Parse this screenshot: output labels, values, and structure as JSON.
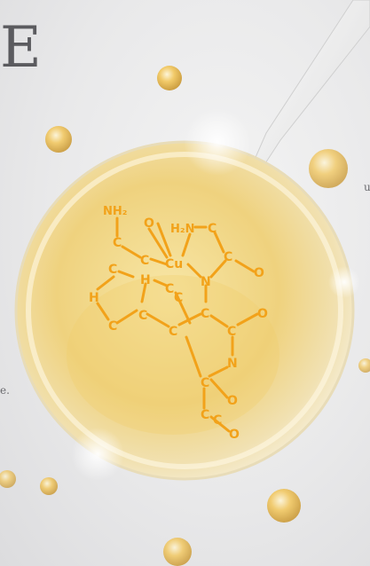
{
  "headline": {
    "text": "E"
  },
  "fragments": [
    "u",
    "e."
  ],
  "molecule": {
    "atoms": [
      {
        "id": "nh2",
        "label": "NH₂"
      },
      {
        "id": "c1",
        "label": "C"
      },
      {
        "id": "c2",
        "label": "C"
      },
      {
        "id": "o1",
        "label": "O"
      },
      {
        "id": "h2n",
        "label": "H₂N"
      },
      {
        "id": "c3",
        "label": "C"
      },
      {
        "id": "cu",
        "label": "Cu"
      },
      {
        "id": "c4",
        "label": "C"
      },
      {
        "id": "o2",
        "label": "O"
      },
      {
        "id": "h1",
        "label": "H"
      },
      {
        "id": "c5",
        "label": "C"
      },
      {
        "id": "c6",
        "label": "C"
      },
      {
        "id": "n1",
        "label": "N"
      },
      {
        "id": "h3",
        "label": "H"
      },
      {
        "id": "c7",
        "label": "C"
      },
      {
        "id": "c8",
        "label": "C"
      },
      {
        "id": "c9",
        "label": "C"
      },
      {
        "id": "c10",
        "label": "C"
      },
      {
        "id": "c11",
        "label": "C"
      },
      {
        "id": "c12",
        "label": "C"
      },
      {
        "id": "o3",
        "label": "O"
      },
      {
        "id": "c13",
        "label": "C"
      },
      {
        "id": "n2",
        "label": "N"
      },
      {
        "id": "c14",
        "label": "C"
      },
      {
        "id": "o4",
        "label": "O"
      },
      {
        "id": "c15",
        "label": "C"
      },
      {
        "id": "o5",
        "label": "O"
      }
    ]
  },
  "colors": {
    "molecule": "#f2a21a",
    "droplet": "#f3d98a",
    "background": "#ebebec",
    "headline": "#5b5b5f"
  }
}
